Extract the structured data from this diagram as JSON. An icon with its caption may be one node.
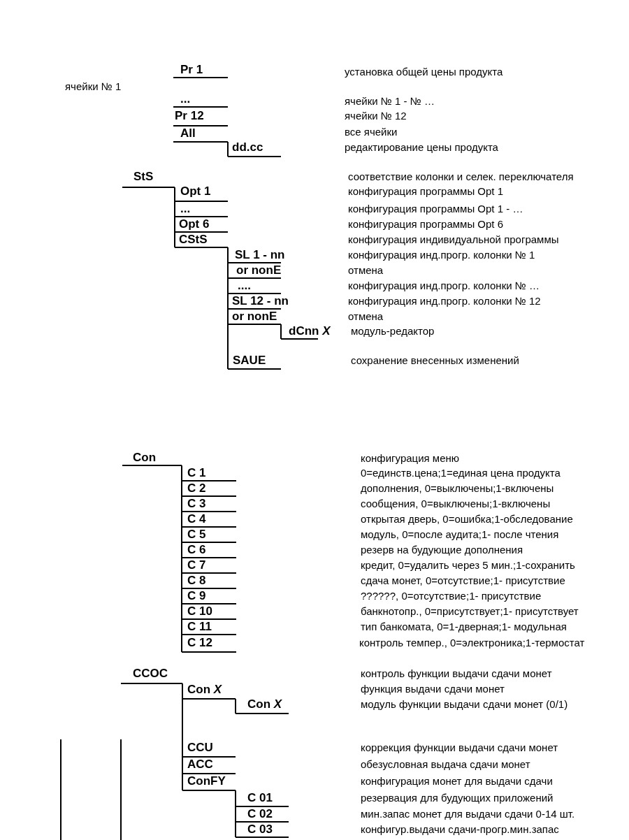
{
  "diagram": {
    "nodes": [
      {
        "text": [
          "Pr 1"
        ]
      },
      {
        "text": [
          "..."
        ]
      },
      {
        "text": [
          "Pr 12"
        ]
      },
      {
        "text": [
          "All"
        ]
      },
      {
        "text": [
          "dd.cc"
        ]
      },
      {
        "text": [
          "StS"
        ]
      },
      {
        "text": [
          "Opt 1"
        ]
      },
      {
        "text": [
          "..."
        ]
      },
      {
        "text": [
          "Opt 6"
        ]
      },
      {
        "text": [
          "CStS"
        ]
      },
      {
        "text": [
          "SL 1 - nn"
        ]
      },
      {
        "text": [
          "or nonE"
        ]
      },
      {
        "text": [
          "...."
        ]
      },
      {
        "text": [
          "SL 12 - nn"
        ]
      },
      {
        "text": [
          "or nonE"
        ]
      },
      {
        "text": [
          "dCnn *X*"
        ]
      },
      {
        "text": [
          "SAUE"
        ]
      },
      {
        "text": [
          "Con"
        ]
      },
      {
        "text": [
          "C 1"
        ]
      },
      {
        "text": [
          "C 2"
        ]
      },
      {
        "text": [
          "C 3"
        ]
      },
      {
        "text": [
          "C 4"
        ]
      },
      {
        "text": [
          "C 5"
        ]
      },
      {
        "text": [
          "C 6"
        ]
      },
      {
        "text": [
          "C 7"
        ]
      },
      {
        "text": [
          "C 8"
        ]
      },
      {
        "text": [
          "C 9"
        ]
      },
      {
        "text": [
          "C 10"
        ]
      },
      {
        "text": [
          "C 11"
        ]
      },
      {
        "text": [
          "C 12"
        ]
      },
      {
        "text": [
          "CCOC"
        ]
      },
      {
        "text": [
          "Con *X*"
        ]
      },
      {
        "text": [
          "Con *X*"
        ]
      },
      {
        "text": [
          "CCU"
        ]
      },
      {
        "text": [
          "ACC"
        ]
      },
      {
        "text": [
          "ConFY"
        ]
      },
      {
        "text": [
          "C 01"
        ]
      },
      {
        "text": [
          "C 02"
        ]
      },
      {
        "text": [
          "C 03"
        ]
      }
    ],
    "edges": [
      {
        "from": 3,
        "to": 4,
        "arrow": "none"
      },
      {
        "from": 5,
        "to": 6,
        "arrow": "none"
      },
      {
        "from": 5,
        "to": 7,
        "arrow": "none"
      },
      {
        "from": 5,
        "to": 8,
        "arrow": "none"
      },
      {
        "from": 5,
        "to": 9,
        "arrow": "none"
      },
      {
        "from": 9,
        "to": 10,
        "arrow": "none"
      },
      {
        "from": 9,
        "to": 11,
        "arrow": "none"
      },
      {
        "from": 9,
        "to": 12,
        "arrow": "none"
      },
      {
        "from": 9,
        "to": 13,
        "arrow": "none"
      },
      {
        "from": 9,
        "to": 14,
        "arrow": "none"
      },
      {
        "from": 14,
        "to": 15,
        "arrow": "none"
      },
      {
        "from": 9,
        "to": 16,
        "arrow": "none"
      },
      {
        "from": 17,
        "to": 18,
        "arrow": "none"
      },
      {
        "from": 17,
        "to": 19,
        "arrow": "none"
      },
      {
        "from": 17,
        "to": 20,
        "arrow": "none"
      },
      {
        "from": 17,
        "to": 21,
        "arrow": "none"
      },
      {
        "from": 17,
        "to": 22,
        "arrow": "none"
      },
      {
        "from": 17,
        "to": 23,
        "arrow": "none"
      },
      {
        "from": 17,
        "to": 24,
        "arrow": "none"
      },
      {
        "from": 17,
        "to": 25,
        "arrow": "none"
      },
      {
        "from": 17,
        "to": 26,
        "arrow": "none"
      },
      {
        "from": 17,
        "to": 27,
        "arrow": "none"
      },
      {
        "from": 17,
        "to": 28,
        "arrow": "none"
      },
      {
        "from": 17,
        "to": 29,
        "arrow": "none"
      },
      {
        "from": 30,
        "to": 31,
        "arrow": "none"
      },
      {
        "from": 31,
        "to": 32,
        "arrow": "none"
      },
      {
        "from": 30,
        "to": 33,
        "arrow": "none"
      },
      {
        "from": 30,
        "to": 34,
        "arrow": "none"
      },
      {
        "from": 30,
        "to": 35,
        "arrow": "none"
      },
      {
        "from": 35,
        "to": 36,
        "arrow": "none"
      },
      {
        "from": 35,
        "to": 37,
        "arrow": "none"
      },
      {
        "from": 35,
        "to": 38,
        "arrow": "none"
      }
    ],
    "labels": [
      "установка общей цены продукта",
      "ячейки № 1",
      "ячейки № 1 - № …",
      "ячейки № 12",
      "все ячейки",
      "редактирование цены продукта",
      "соответствие колонки и селек. переключателя",
      "конфигурация программы Opt 1",
      "конфигурация программы Opt 1 - …",
      "конфигурация программы Opt 6",
      "конфигурация индивидуальной программы",
      "конфигурация инд.прогр. колонки № 1",
      "отмена",
      "конфигурация инд.прогр. колонки № …",
      "конфигурация инд.прогр. колонки № 12",
      "отмена",
      "модуль-редактор",
      "сохранение внесенных изменений",
      "конфигурация меню",
      "0=единств.цена;1=единая цена продукта",
      "дополнения, 0=выключены;1-включены",
      "сообщения, 0=выключены;1-включены",
      "открытая дверь, 0=ошибка;1-обследование",
      "модуль, 0=после аудита;1- после чтения",
      "резерв на будующие дополнения",
      "кредит, 0=удалить через 5 мин.;1-сохранить",
      "сдача монет, 0=отсутствие;1- присутствие",
      "??????, 0=отсутствие;1- присутствие",
      "банкнотопр., 0=присутствует;1- присутствует",
      "тип банкомата, 0=1-дверная;1- модульная",
      "контроль темпер., 0=электроника;1-термостат",
      "контроль функции выдачи сдачи монет",
      "функция выдачи сдачи монет",
      "модуль функции выдачи сдачи монет (0/1)",
      "коррекция функции выдачи сдачи монет",
      "обезусловная выдача сдачи монет",
      "конфигурация монет для выдачи сдачи",
      "резервация для будующих приложений",
      "мин.запас монет для выдачи сдачи 0-14 шт.",
      "конфигур.выдачи сдачи-прогр.мин.запас"
    ]
  }
}
